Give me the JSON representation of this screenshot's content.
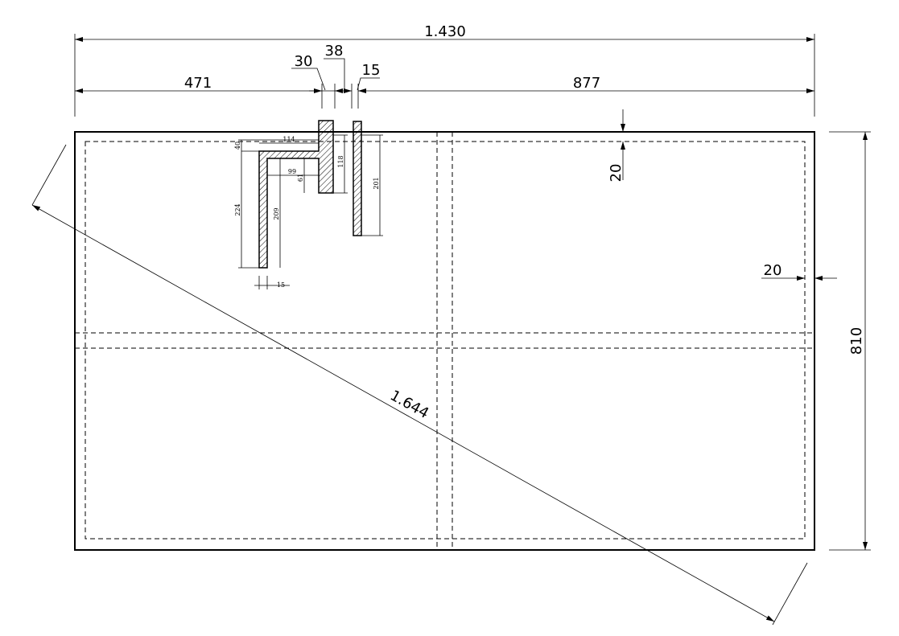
{
  "dimensions": {
    "overall_width": "1.430",
    "left_width": "471",
    "right_width": "877",
    "gap_30": "30",
    "gap_38": "38",
    "gap_15": "15",
    "offset_top": "20",
    "offset_right": "20",
    "overall_height": "810",
    "diagonal": "1.644"
  },
  "detail": {
    "d40": "40",
    "d114": "114",
    "d118": "118",
    "d201": "201",
    "d99": "99",
    "d61": "61",
    "d224": "224",
    "d209": "209",
    "d15": "15"
  }
}
